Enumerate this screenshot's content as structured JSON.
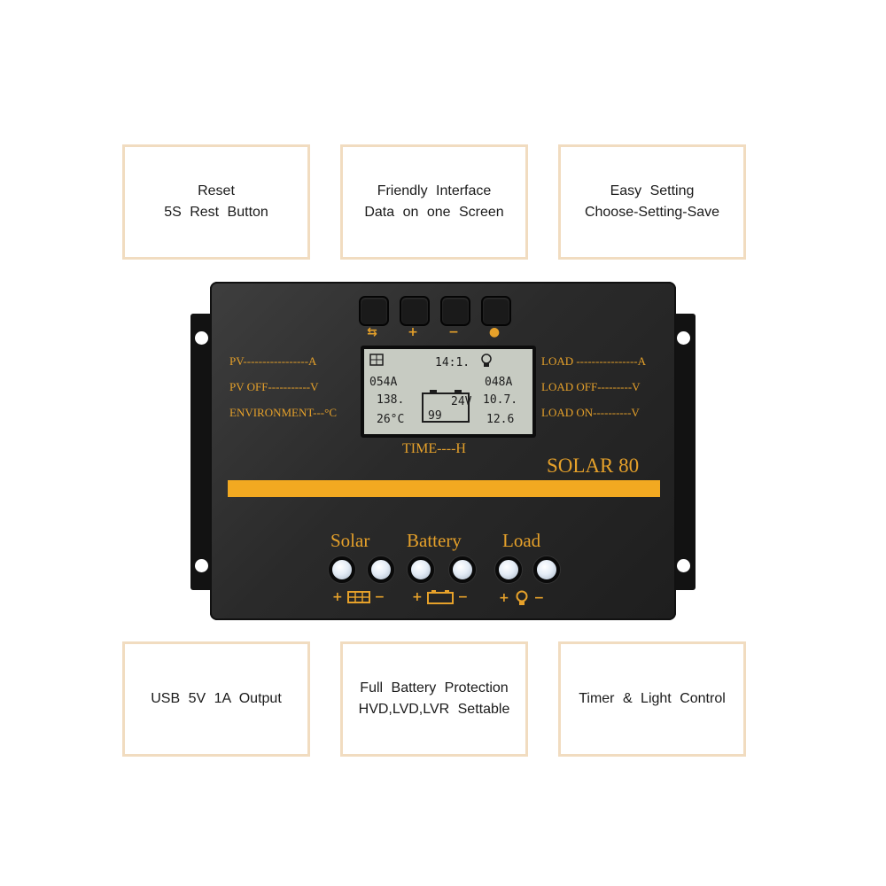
{
  "features_top": [
    {
      "line1": "Reset",
      "line2": "5S Rest Button"
    },
    {
      "line1": "Friendly Interface",
      "line2": "Data on one Screen"
    },
    {
      "line1": "Easy Setting",
      "line2": "Choose-Setting-Save"
    }
  ],
  "features_bottom": [
    {
      "line1": "USB 5V 1A Output",
      "line2": ""
    },
    {
      "line1": "Full Battery Protection",
      "line2": "HVD,LVD,LVR Settable"
    },
    {
      "line1": "Timer & Light Control",
      "line2": ""
    }
  ],
  "device": {
    "keys": [
      {
        "symbol": "⇆",
        "icon": "switch-arrows-icon"
      },
      {
        "symbol": "+",
        "icon": "plus-icon"
      },
      {
        "symbol": "−",
        "icon": "minus-icon"
      },
      {
        "symbol": "●",
        "icon": "drop-icon"
      }
    ],
    "left_labels": [
      "PV-----------------A",
      "PV OFF-----------V",
      "ENVIRONMENT---°C"
    ],
    "right_labels": [
      "LOAD ----------------A",
      "LOAD OFF---------V",
      "LOAD ON----------V"
    ],
    "lcd": {
      "top": "14:1.",
      "pv_current": "054A",
      "pv_off": "138.",
      "temp": "26°C",
      "battery_voltage": "24V",
      "battery_percent": "99",
      "load_current": "048A",
      "load_off": "10.7.",
      "load_on": "12.6"
    },
    "time_label": "TIME----H",
    "model": "SOLAR 80",
    "groups": [
      "Solar",
      "Battery",
      "Load"
    ],
    "group_symbols": {
      "plus": "+",
      "minus": "−"
    },
    "colors": {
      "accent": "#e6a12a",
      "stripe": "#f2a921",
      "panel": "#2a2a2a",
      "lcd": "#c7cbc2"
    }
  }
}
